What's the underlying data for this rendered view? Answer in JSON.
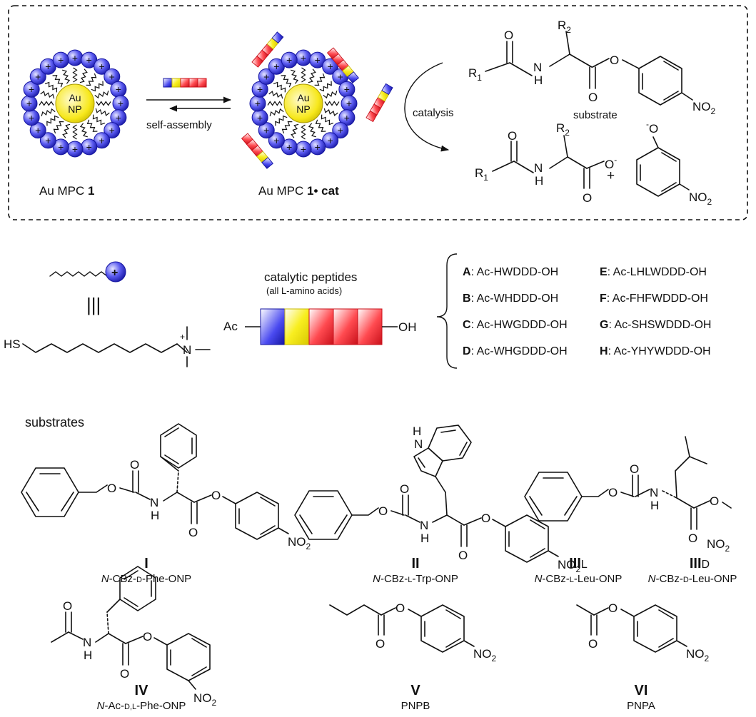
{
  "top_panel": {
    "mpc1_label": "Au MPC",
    "mpc1_bold": "1",
    "mpc2_label": "Au MPC",
    "mpc2_bold": "1• cat",
    "np_text_line1": "Au",
    "np_text_line2": "NP",
    "plus_sign": "+",
    "self_assembly": "self-assembly",
    "catalysis": "catalysis",
    "substrate": "substrate",
    "r1": "R",
    "r1_sub": "1",
    "r2": "R",
    "r2_sub": "2",
    "n_h": "N",
    "h": "H",
    "o": "O",
    "no2": "NO",
    "no2_sub": "2",
    "o_minus": "O",
    "minus": "-",
    "plus_between": "+"
  },
  "middle_panel": {
    "hs": "HS",
    "equiv": "|||",
    "n_plus": "N",
    "plus": "+",
    "catalytic_peptides": "catalytic peptides",
    "all_l_amino": "(all L-amino acids)",
    "ac": "Ac",
    "oh": "OH",
    "peptides": [
      {
        "letter": "A",
        "seq": ": Ac-HWDDD-OH"
      },
      {
        "letter": "B",
        "seq": ": Ac-WHDDD-OH"
      },
      {
        "letter": "C",
        "seq": ": Ac-HWGDDD-OH"
      },
      {
        "letter": "D",
        "seq": ": Ac-WHGDDD-OH"
      },
      {
        "letter": "E",
        "seq": ": Ac-LHLWDDD-OH"
      },
      {
        "letter": "F",
        "seq": ": Ac-FHFWDDD-OH"
      },
      {
        "letter": "G",
        "seq": ": Ac-SHSWDDD-OH"
      },
      {
        "letter": "H",
        "seq": ": Ac-YHYWDDD-OH"
      }
    ]
  },
  "substrates_panel": {
    "heading": "substrates",
    "nh_n": "N",
    "nh_h": "H",
    "o": "O",
    "no2": "NO",
    "no2_sub": "2",
    "indole_h": "H",
    "indole_n": "N",
    "items": [
      {
        "numeral": "I",
        "name_italic": "N",
        "name_rest": "-CBz-",
        "name_small": "D",
        "name_tail": "-Phe-ONP"
      },
      {
        "numeral": "II",
        "name_italic": "N",
        "name_rest": "-CBz-",
        "name_small": "L",
        "name_tail": "-Trp-ONP"
      },
      {
        "numeral": "III",
        "numeral_sub": "L",
        "name_italic": "N",
        "name_rest": "-CBz-",
        "name_small": "L",
        "name_tail": "-Leu-ONP"
      },
      {
        "numeral": "III",
        "numeral_sub": "D",
        "name_italic": "N",
        "name_rest": "-CBz-",
        "name_small": "D",
        "name_tail": "-Leu-ONP"
      },
      {
        "numeral": "IV",
        "name_italic": "N",
        "name_rest": "-Ac-",
        "name_small": "D,L",
        "name_tail": "-Phe-ONP"
      },
      {
        "numeral": "V",
        "name": "PNPB"
      },
      {
        "numeral": "VI",
        "name": "PNPA"
      }
    ]
  },
  "colors": {
    "blue": "#3a3ad8",
    "yellow": "#f5ea1c",
    "red": "#e8202a",
    "gold_np": "#f7e81c"
  }
}
